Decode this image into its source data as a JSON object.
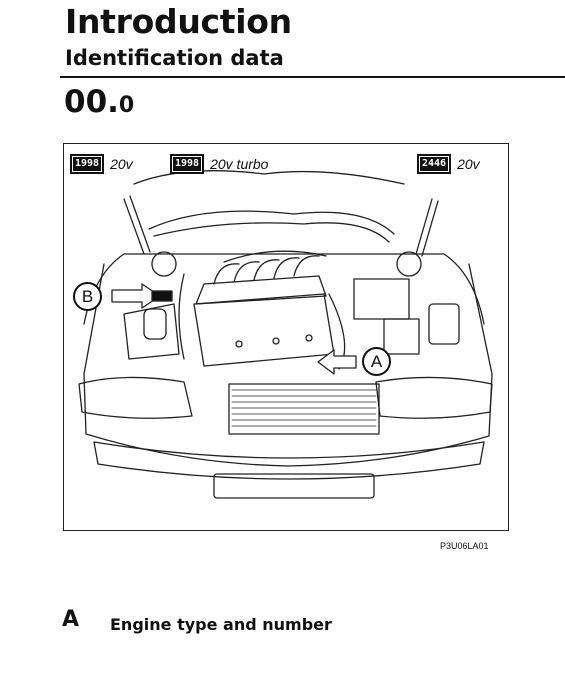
{
  "header": {
    "title": "Introduction",
    "subtitle": "Identification data",
    "section_number": "00.",
    "section_sub": "0"
  },
  "figure": {
    "badges": [
      {
        "code": "1998",
        "label": "20v"
      },
      {
        "code": "1998",
        "label": "20v turbo"
      },
      {
        "code": "2446",
        "label": "20v"
      }
    ],
    "callouts": {
      "a": "A",
      "b": "B"
    },
    "reference": "P3U06LA01"
  },
  "legend": {
    "letter": "A",
    "text": "Engine type and number"
  }
}
